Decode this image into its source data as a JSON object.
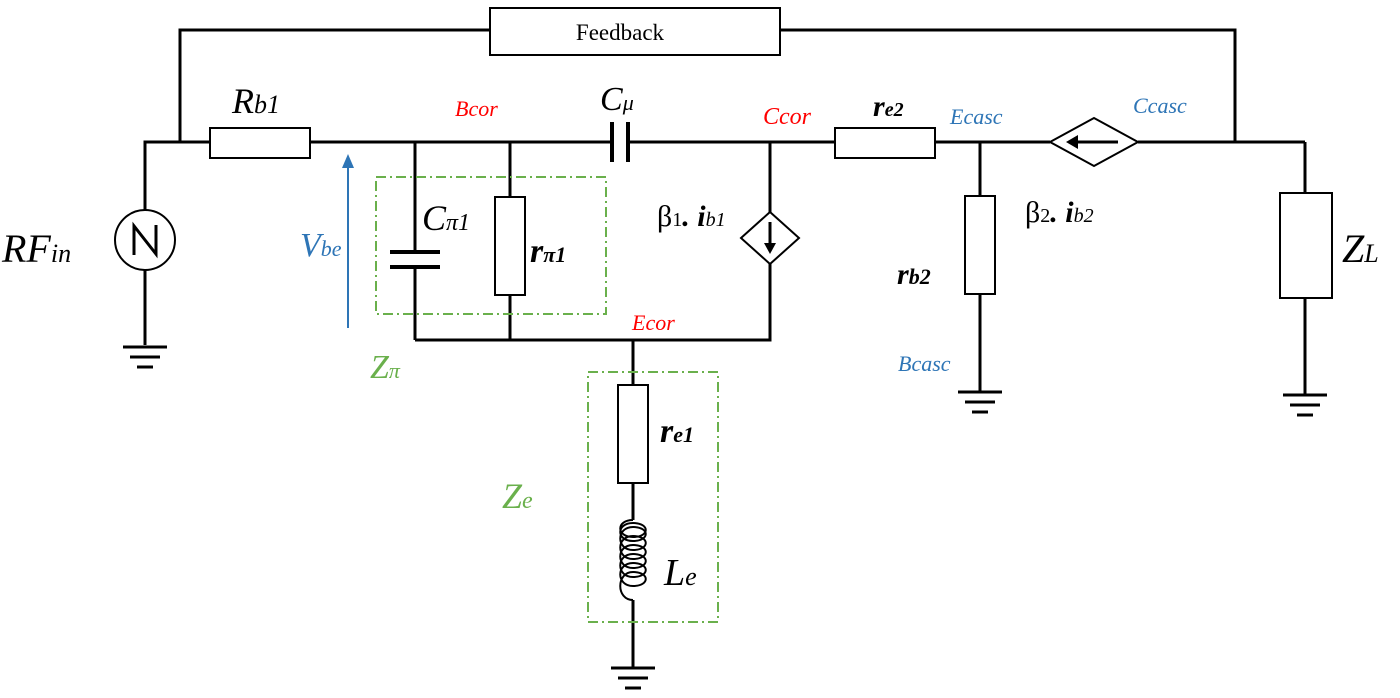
{
  "feedback": "Feedback",
  "labels": {
    "rf_in": {
      "main": "RF",
      "sub": "in"
    },
    "rb1": {
      "main": "R",
      "sub": "b1"
    },
    "bcor": "Bcor",
    "cmu": {
      "main": "C",
      "sub": "μ"
    },
    "ccor": "Ccor",
    "re2": {
      "main": "r",
      "sub": "e2"
    },
    "ecasc": "Ecasc",
    "ccasc": "Ccasc",
    "vbe": {
      "main": "V",
      "sub": "be"
    },
    "cpi1": {
      "main": "C",
      "sub": "π1"
    },
    "rpi1": {
      "main": "r",
      "sub": "π1"
    },
    "beta1": {
      "main": "β",
      "sub1": "1",
      "mid": ". i",
      "sub2": "b1"
    },
    "beta2": {
      "main": "β",
      "sub1": "2",
      "mid": ". i",
      "sub2": "b2"
    },
    "rb2": {
      "main": "r",
      "sub": "b2"
    },
    "zl": {
      "main": "Z",
      "sub": "L"
    },
    "ecor": "Ecor",
    "zpi": {
      "main": "Z",
      "sub": "π"
    },
    "bcasc": "Bcasc",
    "re1": {
      "main": "r",
      "sub": "e1"
    },
    "ze": {
      "main": "Z",
      "sub": "e"
    },
    "le": {
      "main": "L",
      "sub": "e"
    }
  },
  "colors": {
    "wire": "#000000",
    "node_core": "#ff0000",
    "node_cascode": "#2e75b6",
    "impedance_group": "#6ab04c"
  }
}
